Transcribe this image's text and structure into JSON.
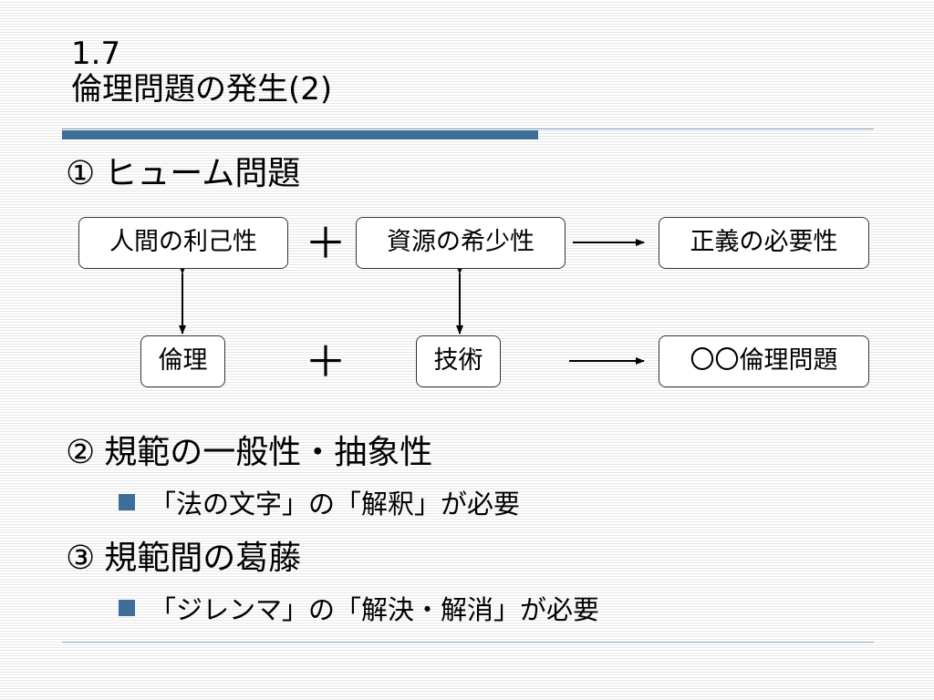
{
  "slide": {
    "title_line1": "1.7",
    "title_line2": "倫理問題の発生(2)",
    "accent_color": "#3e6d98"
  },
  "sections": [
    {
      "num": "①",
      "heading": "ヒューム問題"
    },
    {
      "num": "②",
      "heading": "規範の一般性・抽象性",
      "bullet": "「法の文字」の「解釈」が必要"
    },
    {
      "num": "③",
      "heading": "規範間の葛藤",
      "bullet": "「ジレンマ」の「解決・解消」が必要"
    }
  ],
  "diagram": {
    "row1": [
      "人間の利己性",
      "資源の希少性",
      "正義の必要性"
    ],
    "row2": [
      "倫理",
      "技術",
      "〇〇倫理問題"
    ],
    "plus": "＋"
  }
}
